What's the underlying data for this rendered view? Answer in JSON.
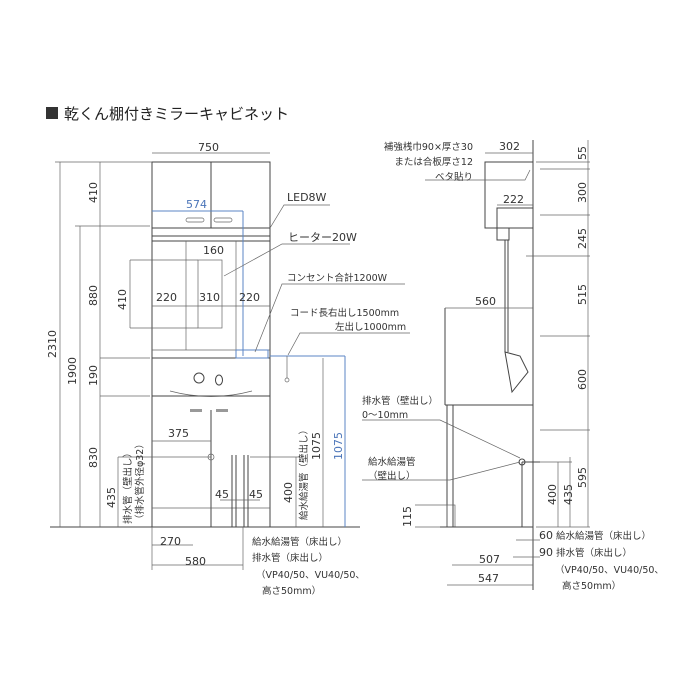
{
  "title": "乾くん棚付きミラーキャビネット",
  "front": {
    "width": "750",
    "blue_width": "574",
    "h_total": "2310",
    "h_1900": "1900",
    "h_410": "410",
    "h_880": "880",
    "h_190": "190",
    "h_830": "830",
    "mirror_h": "410",
    "shelf_w": "160",
    "w_left": "220",
    "w_mid": "310",
    "w_right": "220",
    "w_375": "375",
    "h_435": "435",
    "drain_wall": "排水管（壁出し）",
    "drain_dia": "（排水管外径φ32）",
    "off_45a": "45",
    "off_45b": "45",
    "h_400": "400",
    "supply_wall": "給水給湯管（壁出し）",
    "h_1075": "1075",
    "h_1075_blue": "1075",
    "w_270": "270",
    "w_580": "580",
    "note1": "給水給湯管（床出し）",
    "note2": "排水管（床出し）",
    "note3": "（VP40/50、VU40/50、",
    "note4": "高さ50mm）"
  },
  "callouts": {
    "led": "LED8W",
    "heater": "ヒーター20W",
    "outlet": "コンセント合計1200W",
    "cord1": "コード長右出し1500mm",
    "cord2": "左出し1000mm"
  },
  "side": {
    "reinforce1": "補強桟巾90×厚さ30",
    "reinforce2": "または合板厚さ12",
    "reinforce3": "ベタ貼り",
    "d_302": "302",
    "d_222": "222",
    "d_560": "560",
    "h_55": "55",
    "h_300": "300",
    "h_245": "245",
    "h_515": "515",
    "h_600": "600",
    "h_595": "595",
    "h_435": "435",
    "h_400": "400",
    "h_115": "115",
    "drain_wall": "排水管（壁出し）",
    "drain_range": "0〜10mm",
    "supply_wall1": "給水給湯管",
    "supply_wall2": "（壁出し）",
    "d_60": "60",
    "d_60_label": "給水給湯管（床出し）",
    "d_90": "90",
    "d_90_label": "排水管（床出し）",
    "note3": "（VP40/50、VU40/50、",
    "note4": "高さ50mm）",
    "d_507": "507",
    "d_547": "547"
  },
  "colors": {
    "accent_blue": "#4a74b8"
  }
}
